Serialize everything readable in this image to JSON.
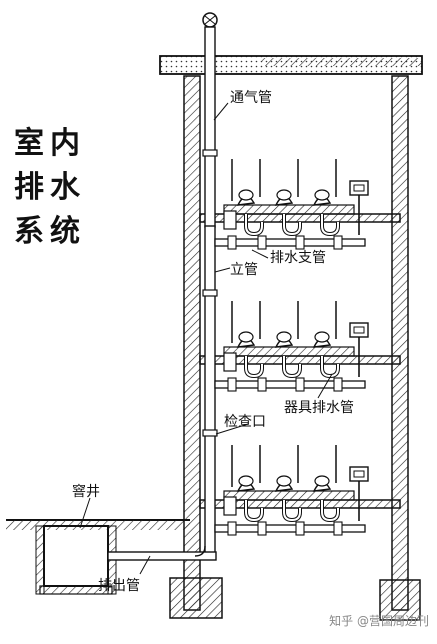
{
  "title": {
    "line1": "室内",
    "line2": "排水",
    "line3": "系统"
  },
  "labels": {
    "vent_pipe": "通气管",
    "branch_pipe": "排水支管",
    "stack_pipe": "立管",
    "fixture_drain": "器具排水管",
    "cleanout": "检查口",
    "manhole": "窨井",
    "outlet_pipe": "排出管"
  },
  "watermark": "知乎 @营国周边刊"
}
